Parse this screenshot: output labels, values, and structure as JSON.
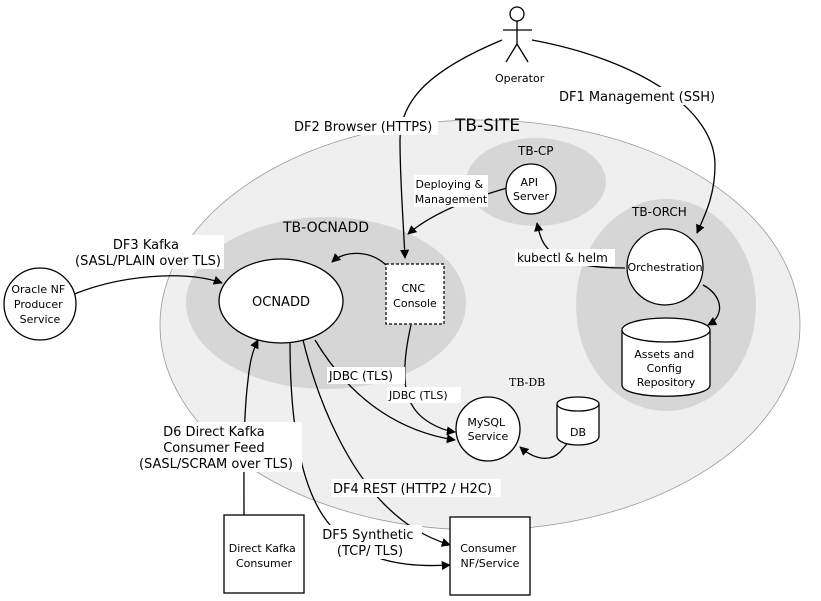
{
  "zones": {
    "tb_site": "TB-SITE",
    "tb_cp": "TB-CP",
    "tb_ocnadd": "TB-OCNADD",
    "tb_orch": "TB-ORCH",
    "tb_db": "TB-DB"
  },
  "actors": {
    "operator": "Operator"
  },
  "nodes": {
    "api_server": [
      "API",
      "Server"
    ],
    "orchestration": "Orchestration",
    "assets_repo": [
      "Assets and",
      "Config",
      "Repository"
    ],
    "ocnadd": "OCNADD",
    "cnc_console": [
      "CNC",
      "Console"
    ],
    "mysql": [
      "MySQL",
      "Service"
    ],
    "db": "DB",
    "oracle_nf": [
      "Oracle NF",
      "Producer",
      "Service"
    ],
    "direct_kafka_consumer": [
      "Direct Kafka",
      "Consumer"
    ],
    "consumer_nf": [
      "Consumer",
      "NF/Service"
    ]
  },
  "flows": {
    "df1": "DF1 Management (SSH)",
    "df2": "DF2 Browser (HTTPS)",
    "df3": [
      "DF3 Kafka",
      "(SASL/PLAIN over TLS)"
    ],
    "df4": "DF4 REST (HTTP2 / H2C)",
    "df5": [
      "DF5 Synthetic",
      "(TCP/ TLS)"
    ],
    "d6": [
      "D6 Direct Kafka",
      "Consumer Feed",
      "(SASL/SCRAM over TLS)"
    ],
    "deploying": [
      "Deploying &",
      "Management"
    ],
    "kubectl": "kubectl & helm",
    "jdbc_ocnadd": "JDBC (TLS)",
    "jdbc_cnc": "JDBC (TLS)"
  },
  "colors": {
    "site_fill": "#efefef",
    "subzone_fill": "#d6d6d6",
    "node_fill": "#ffffff",
    "line": "#000000"
  }
}
